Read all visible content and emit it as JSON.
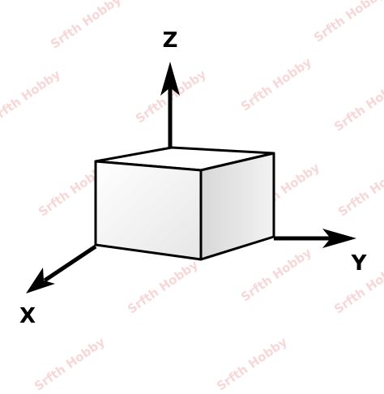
{
  "watermark": {
    "text": "Srfth Hobby",
    "color": "#f2b8b8"
  },
  "axes": {
    "z_label": "Z",
    "y_label": "Y",
    "x_label": "X"
  },
  "cube": {
    "front_face_color": "#f0f0f0",
    "side_face_color": "#e2e2e2",
    "top_face_color": "#ffffff",
    "edge_color": "#000000"
  }
}
